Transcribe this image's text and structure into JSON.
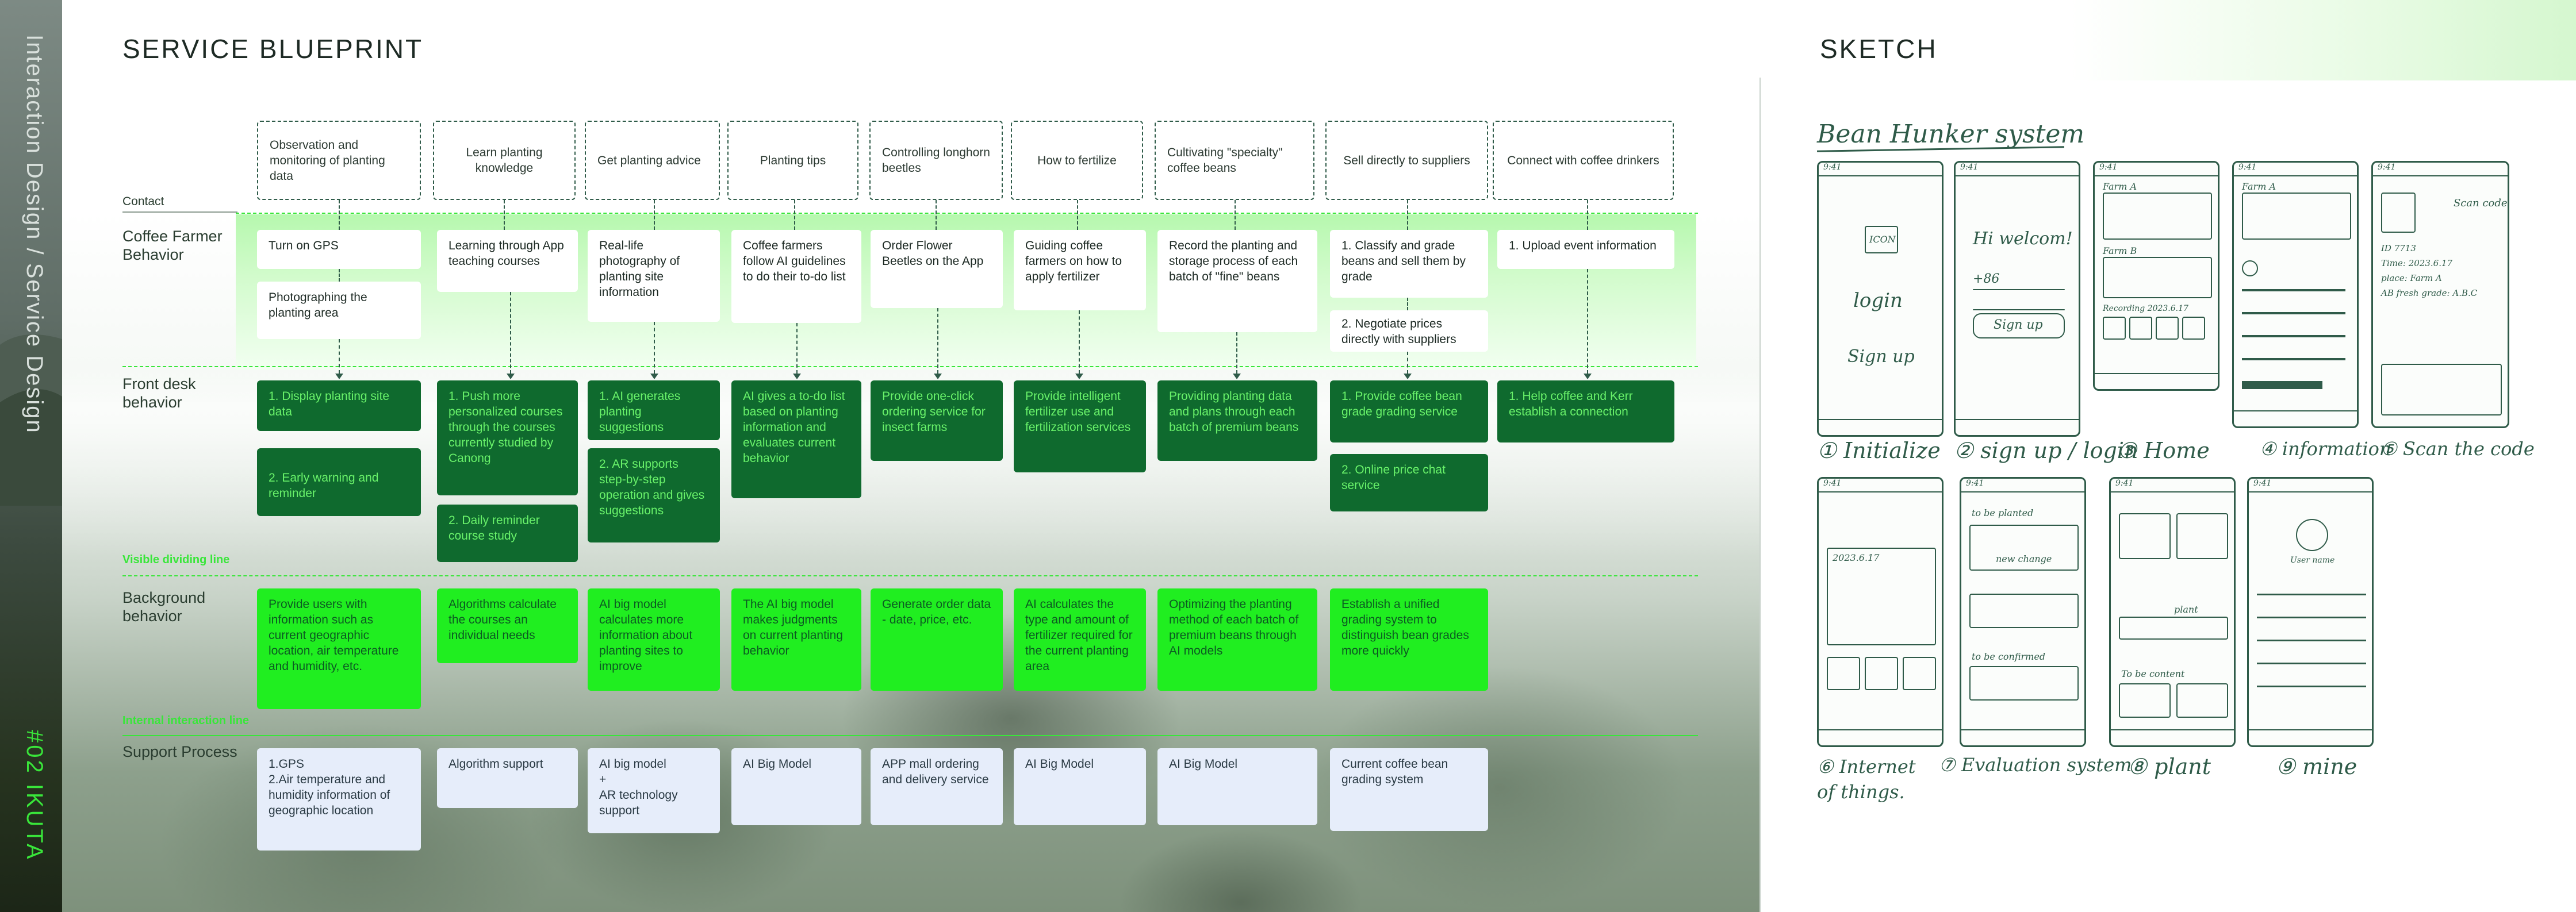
{
  "side": {
    "title": "Interaction Design / Service Design",
    "brand": "#02  IKUTA"
  },
  "blueprint": {
    "title": "SERVICE BLUEPRINT",
    "row_labels": {
      "contact": "Contact",
      "farmer": "Coffee Farmer Behavior",
      "front": "Front desk behavior",
      "background": "Background behavior",
      "support": "Support Process"
    },
    "line_labels": {
      "visible": "Visible dividing line",
      "internal": "Internal interaction line"
    },
    "contact": [
      "Observation and monitoring of planting data",
      "Learn planting knowledge",
      "Get planting advice",
      "Planting tips",
      "Controlling longhorn beetles",
      "How to fertilize",
      "Cultivating \"specialty\" coffee beans",
      "Sell directly to suppliers",
      "Connect with coffee drinkers"
    ],
    "farmer": [
      [
        "Turn on GPS",
        "Photographing the planting area"
      ],
      [
        "Learning through App teaching courses"
      ],
      [
        "Real-life photography of planting site information"
      ],
      [
        "Coffee farmers follow AI guidelines to do their to-do list"
      ],
      [
        "Order Flower Beetles on the App"
      ],
      [
        "Guiding coffee farmers on how to apply fertilizer"
      ],
      [
        "Record the planting and storage process of each batch of \"fine\" beans"
      ],
      [
        "1. Classify and grade beans and sell them by grade",
        "2. Negotiate prices directly with suppliers"
      ],
      [
        "1. Upload event information"
      ]
    ],
    "front": [
      [
        "1. Display planting site data",
        "2. Early warning and reminder"
      ],
      [
        "1. Push more personalized courses through the courses currently studied by Canong",
        "2. Daily reminder course study"
      ],
      [
        "1. AI generates planting suggestions",
        "2. AR supports step-by-step operation and gives suggestions"
      ],
      [
        "AI gives a to-do list based on planting information and evaluates current behavior"
      ],
      [
        "Provide one-click ordering service for insect farms"
      ],
      [
        "Provide intelligent fertilizer use and fertilization services"
      ],
      [
        "Providing planting data and plans through each batch of premium beans"
      ],
      [
        "1. Provide coffee bean grade grading service",
        "2. Online price chat service"
      ],
      [
        "1. Help coffee and Kerr establish a connection"
      ]
    ],
    "background": [
      "Provide users with information such as current geographic location, air temperature and humidity, etc.",
      "Algorithms calculate the courses an individual needs",
      "AI big model calculates more information about planting sites to improve",
      "The AI big model makes judgments on current planting behavior",
      "Generate order data - date, price, etc.",
      "AI calculates the type and amount of fertilizer required for the current planting area",
      "Optimizing the planting method of each batch of premium beans through AI models",
      "Establish a unified grading system to distinguish bean grades more quickly"
    ],
    "support": [
      "1.GPS\n2.Air temperature and humidity information of geographic location",
      "Algorithm support",
      "AI big model\n+\nAR technology support",
      "AI Big Model",
      "APP mall ordering and delivery service",
      "AI Big Model",
      "AI Big Model",
      "Current coffee bean grading system"
    ]
  },
  "sketch": {
    "title": "SKETCH",
    "system_name": "Bean Hunker system",
    "screens": [
      {
        "time": "9:41",
        "caption": "① Initialize",
        "texts": [
          "ICON",
          "login",
          "Sign up"
        ]
      },
      {
        "time": "9:41",
        "caption": "② sign up / login",
        "texts": [
          "Hi welcom!",
          "+86",
          "Sign up"
        ]
      },
      {
        "time": "9:41",
        "caption": "③ Home",
        "texts": [
          "Farm A",
          "Farm B",
          "Recording 2023.6.17"
        ]
      },
      {
        "time": "9:41",
        "caption": "④ information",
        "texts": [
          "Farm A"
        ]
      },
      {
        "time": "9:41",
        "caption": "⑤ Scan the code",
        "texts": [
          "Scan code",
          "ID 7713",
          "Time: 2023.6.17",
          "place: Farm A",
          "AB fresh grade: A.B.C"
        ]
      },
      {
        "time": "9:41",
        "caption": "⑥ Internet of things.",
        "texts": [
          "2023.6.17"
        ]
      },
      {
        "time": "9:41",
        "caption": "⑦ Evaluation system",
        "texts": [
          "to be planted",
          "new change",
          "to be confirmed"
        ]
      },
      {
        "time": "9:41",
        "caption": "⑧ plant",
        "texts": [
          "plant",
          "To be content"
        ]
      },
      {
        "time": "9:41",
        "caption": "⑨ mine",
        "texts": [
          "User name"
        ]
      }
    ]
  },
  "colors": {
    "accent": "#39e63a",
    "dark_green": "#0f6a2e",
    "lime": "#20ee20",
    "support_blue": "#e6edfa",
    "ink": "#2f5b49"
  }
}
